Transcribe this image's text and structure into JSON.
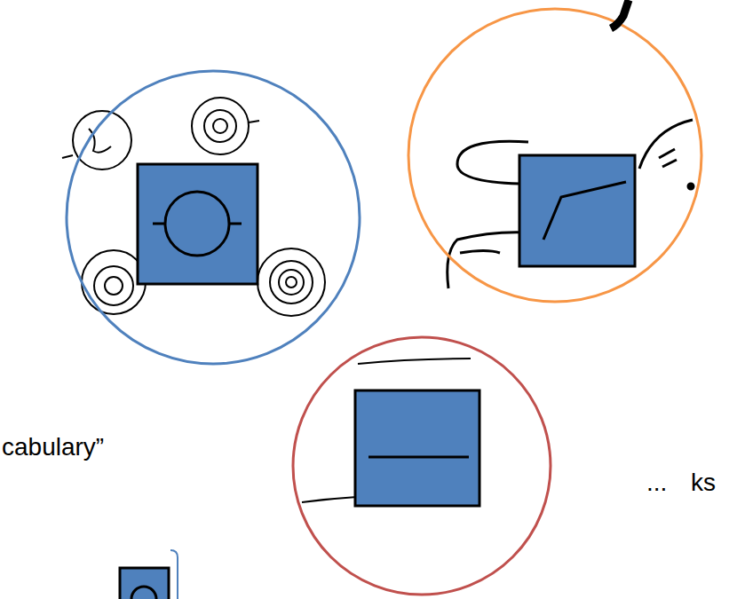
{
  "diagram": {
    "labels": [
      "cabulary”",
      "...",
      "ks"
    ]
  }
}
